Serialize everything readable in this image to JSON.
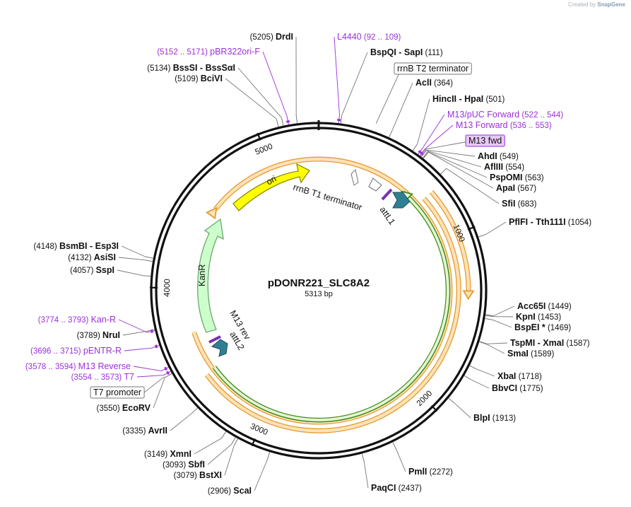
{
  "brand": {
    "prefix": "Created by",
    "name": "SnapGene"
  },
  "plasmid": {
    "name": "pDONR221_SLC8A2",
    "size": "5313 bp",
    "length": 5313
  },
  "ticks": [
    1000,
    2000,
    3000,
    4000,
    5000
  ],
  "enzymes": [
    {
      "id": "drdI",
      "name": "DrdI",
      "pos": "(5205)",
      "bp": 5205
    },
    {
      "id": "bspqi-sapi",
      "name": "BspQI",
      "name2": "SapI",
      "pos": "(111)",
      "bp": 111
    },
    {
      "id": "acli",
      "name": "AclI",
      "pos": "(364)",
      "bp": 364
    },
    {
      "id": "hincii-hpai",
      "name": "HincII",
      "name2": "HpaI",
      "pos": "(501)",
      "bp": 501
    },
    {
      "id": "ahdi",
      "name": "AhdI",
      "pos": "(549)",
      "bp": 549
    },
    {
      "id": "aflIII",
      "name": "AflIII",
      "pos": "(554)",
      "bp": 554
    },
    {
      "id": "pspomi",
      "name": "PspOMI",
      "pos": "(563)",
      "bp": 563
    },
    {
      "id": "apai",
      "name": "ApaI",
      "pos": "(567)",
      "bp": 567
    },
    {
      "id": "sfii",
      "name": "SfiI",
      "pos": "(683)",
      "bp": 683
    },
    {
      "id": "pflfi-tth111i",
      "name": "PflFI",
      "name2": "Tth111I",
      "pos": "(1054)",
      "bp": 1054
    },
    {
      "id": "acc65i",
      "name": "Acc65I",
      "pos": "(1449)",
      "bp": 1449
    },
    {
      "id": "kpni",
      "name": "KpnI",
      "pos": "(1453)",
      "bp": 1453
    },
    {
      "id": "bspei",
      "name": "BspEI *",
      "pos": "(1469)",
      "bp": 1469
    },
    {
      "id": "tspmi-xmai",
      "name": "TspMI",
      "name2": "XmaI",
      "pos": "(1587)",
      "bp": 1587
    },
    {
      "id": "smai",
      "name": "SmaI",
      "pos": "(1589)",
      "bp": 1589
    },
    {
      "id": "xbai",
      "name": "XbaI",
      "pos": "(1718)",
      "bp": 1718
    },
    {
      "id": "bbvci",
      "name": "BbvCI",
      "pos": "(1775)",
      "bp": 1775
    },
    {
      "id": "blpi",
      "name": "BlpI",
      "pos": "(1913)",
      "bp": 1913
    },
    {
      "id": "pmli",
      "name": "PmlI",
      "pos": "(2272)",
      "bp": 2272
    },
    {
      "id": "paqci",
      "name": "PaqCI",
      "pos": "(2437)",
      "bp": 2437
    },
    {
      "id": "scai",
      "name": "ScaI",
      "pos": "(2906)",
      "bp": 2906
    },
    {
      "id": "bstxi",
      "name": "BstXI",
      "pos": "(3079)",
      "bp": 3079
    },
    {
      "id": "sbfi",
      "name": "SbfI",
      "pos": "(3093)",
      "bp": 3093
    },
    {
      "id": "xmni",
      "name": "XmnI",
      "pos": "(3149)",
      "bp": 3149
    },
    {
      "id": "avrii",
      "name": "AvrII",
      "pos": "(3335)",
      "bp": 3335
    },
    {
      "id": "ecorv",
      "name": "EcoRV",
      "pos": "(3550)",
      "bp": 3550
    },
    {
      "id": "nrui",
      "name": "NruI",
      "pos": "(3789)",
      "bp": 3789
    },
    {
      "id": "sspi",
      "name": "SspI",
      "pos": "(4057)",
      "bp": 4057
    },
    {
      "id": "asisi",
      "name": "AsiSI",
      "pos": "(4132)",
      "bp": 4132
    },
    {
      "id": "bsmbi-esp3i",
      "name": "BsmBI",
      "name2": "Esp3I",
      "pos": "(4148)",
      "bp": 4148
    },
    {
      "id": "bcivi",
      "name": "BciVI",
      "pos": "(5109)",
      "bp": 5109
    },
    {
      "id": "bssi-bsssai",
      "name": "BssSI",
      "name2": "BssSαI",
      "pos": "(5134)",
      "bp": 5134
    }
  ],
  "primers": [
    {
      "id": "l4440",
      "name": "L4440",
      "range": "(92 .. 109)",
      "bp": 100
    },
    {
      "id": "pbr322ori-f",
      "name": "pBR322ori-F",
      "range": "(5152 .. 5171)",
      "bp": 5161
    },
    {
      "id": "m13-puc-forward",
      "name": "M13/pUC Forward",
      "range": "(522 .. 544)",
      "bp": 533
    },
    {
      "id": "m13-forward",
      "name": "M13 Forward",
      "range": "(536 .. 553)",
      "bp": 544
    },
    {
      "id": "kan-r-primer",
      "name": "Kan-R",
      "range": "(3774 .. 3793)",
      "bp": 3783
    },
    {
      "id": "pentr-r",
      "name": "pENTR-R",
      "range": "(3696 .. 3715)",
      "bp": 3705
    },
    {
      "id": "m13-reverse",
      "name": "M13 Reverse",
      "range": "(3578 .. 3594)",
      "bp": 3586
    },
    {
      "id": "t7-primer",
      "name": "T7",
      "range": "(3554 .. 3573)",
      "bp": 3563
    }
  ],
  "boxed_labels": [
    {
      "id": "rrnb-t2",
      "name": "rrnB T2 terminator",
      "bp": 280
    },
    {
      "id": "m13-fwd",
      "name": "M13 fwd",
      "bp": 545
    },
    {
      "id": "t7-promoter",
      "name": "T7 promoter",
      "bp": 3555
    }
  ],
  "features": [
    {
      "id": "ori",
      "name": "ori",
      "color": "#ffff00",
      "stroke": "#8c8c00"
    },
    {
      "id": "kanr",
      "name": "KanR",
      "color": "#ccffcc",
      "stroke": "#6aa86a"
    },
    {
      "id": "rrnb-t1",
      "name": "rrnB T1 terminator",
      "color": "#ffffff",
      "stroke": "#777777"
    },
    {
      "id": "attl1",
      "name": "attL1",
      "color": "#2f7f94",
      "stroke": "#1d4f5c"
    },
    {
      "id": "attl2",
      "name": "attL2",
      "color": "#2f7f94",
      "stroke": "#1d4f5c"
    },
    {
      "id": "m13rev",
      "name": "M13 rev",
      "color": "#7a2fb0",
      "stroke": "#4d1a70"
    }
  ],
  "colors": {
    "backbone": "#111111",
    "orf_orange": "#e69b2e",
    "orf_orange_fill": "#fde2b8",
    "orf_green": "#3c8c12",
    "orf_green_fill": "#e6f5d8",
    "primer": "#9b30d9"
  }
}
